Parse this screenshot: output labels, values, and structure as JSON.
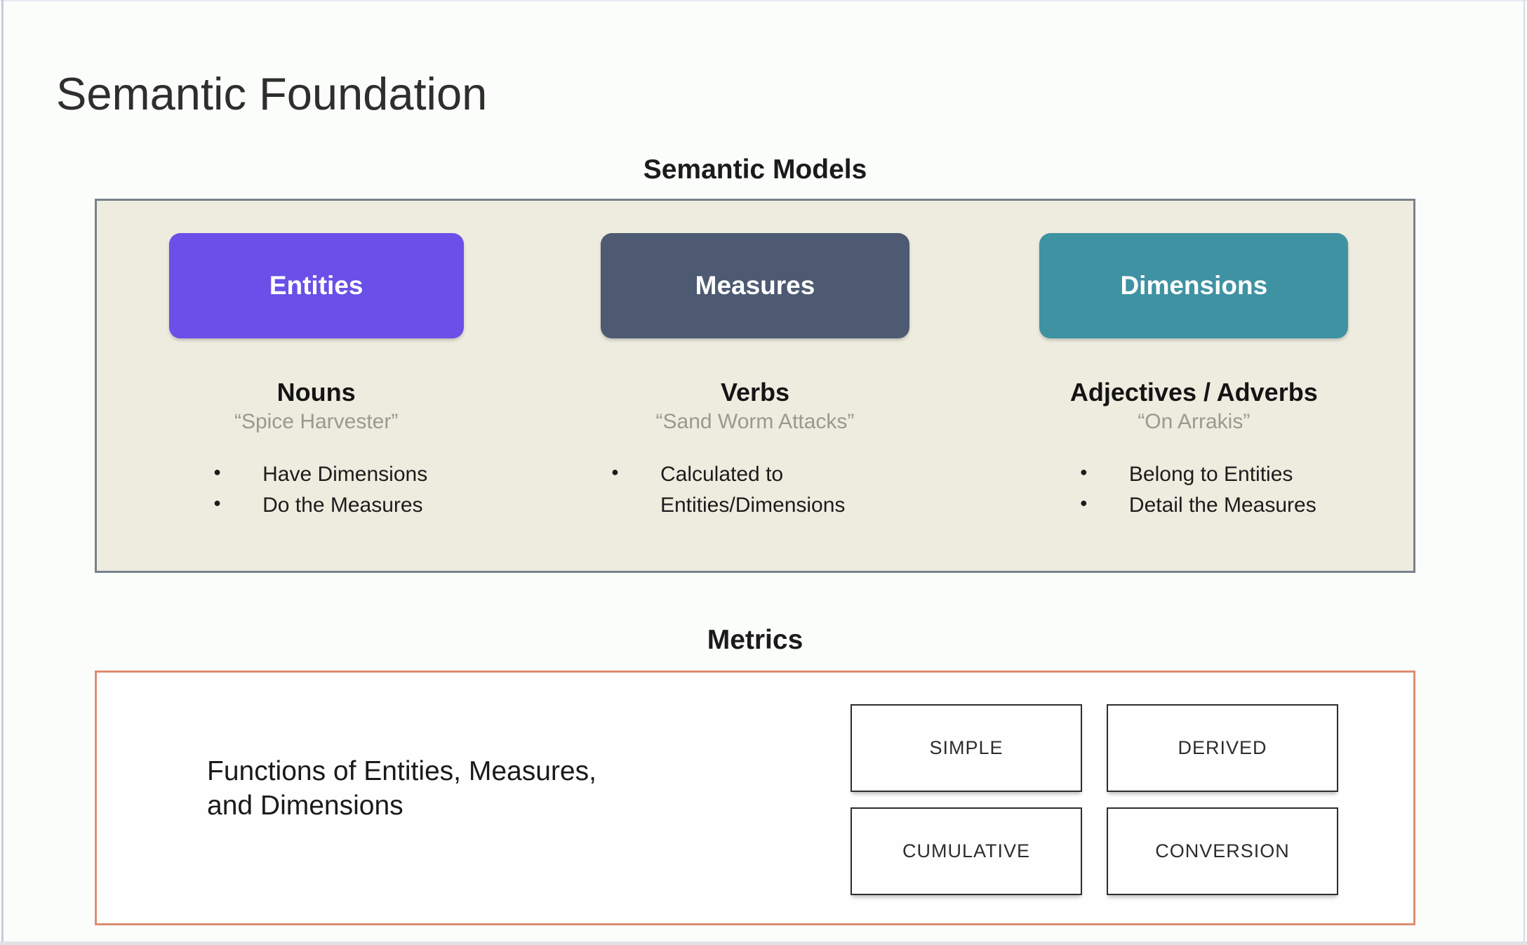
{
  "slide": {
    "title": "Semantic Foundation"
  },
  "semantic_models": {
    "heading": "Semantic Models",
    "panel_bg": "#edecdf",
    "panel_border": "#78818b",
    "columns": [
      {
        "button": "Entities",
        "button_color": "#6a50e8",
        "heading": "Nouns",
        "quote": "“Spice Harvester”",
        "bullets": [
          "Have Dimensions",
          "Do the Measures"
        ]
      },
      {
        "button": "Measures",
        "button_color": "#4d5a72",
        "heading": "Verbs",
        "quote": "“Sand Worm Attacks”",
        "bullets": [
          "Calculated to Entities/Dimensions"
        ]
      },
      {
        "button": "Dimensions",
        "button_color": "#3f92a2",
        "heading": "Adjectives / Adverbs",
        "quote": "“On Arrakis”",
        "bullets": [
          "Belong to Entities",
          "Detail the Measures"
        ]
      }
    ]
  },
  "metrics": {
    "heading": "Metrics",
    "border_color": "#dd8e72",
    "description": "Functions of Entities, Measures,\nand Dimensions",
    "types": [
      "SIMPLE",
      "DERIVED",
      "CUMULATIVE",
      "CONVERSION"
    ]
  }
}
